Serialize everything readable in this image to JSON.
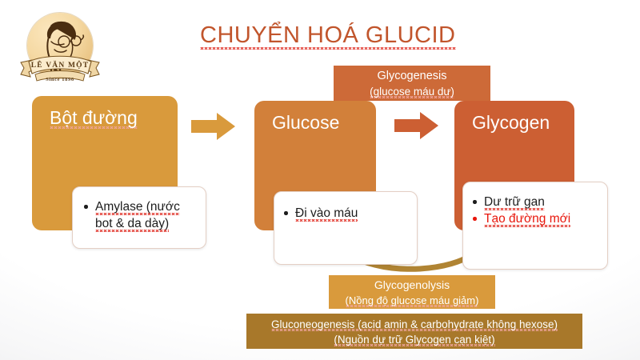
{
  "slide": {
    "title": "CHUYỂN HOÁ GLUCID",
    "background_color": "#ffffff",
    "canvas_color": "#c7c9cb"
  },
  "logo": {
    "name": "LÊ VĂN MỘT",
    "since": "Since 1896",
    "icon": "portrait-logo"
  },
  "boxes": [
    {
      "id": "bot-duong",
      "label": "Bột đường",
      "color": "#d99a3c"
    },
    {
      "id": "glucose",
      "label": "Glucose",
      "color": "#d2803a"
    },
    {
      "id": "glycogen",
      "label": "Glycogen",
      "color": "#cc5f33"
    }
  ],
  "cards": {
    "amylase": {
      "line1": "Amylase (nước",
      "line2": "bot & da dày)"
    },
    "glucose": {
      "bullet1": "Đi vào máu"
    },
    "glycogen": {
      "bullet1": "Dư trữ gan",
      "bullet2": "Tạo đường mới",
      "bullet2_color": "#e8170c"
    }
  },
  "ribbons": {
    "glycogenesis": {
      "line1": "Glycogenesis",
      "line2": "(glucose máu dư)",
      "color": "#cd6a38"
    },
    "glycogenolysis": {
      "line1": "Glycogenolysis",
      "line2": "(Nồng độ glucose máu giảm)",
      "color": "#d99a3c"
    },
    "gluconeogenesis": {
      "line1": "Gluconeogenesis (acid amin & carbohydrate không hexose)",
      "line2": "(Nguồn dự trữ Glycogen cạn kiệt)",
      "color": "#a8782a"
    }
  },
  "arrows": {
    "arrow1": {
      "name": "arrow-right-icon",
      "color": "#d99a3c"
    },
    "arrow2": {
      "name": "arrow-right-icon",
      "color": "#cc5f33"
    },
    "curved": {
      "name": "curved-arrow-left-icon",
      "color": "#b08433"
    }
  }
}
